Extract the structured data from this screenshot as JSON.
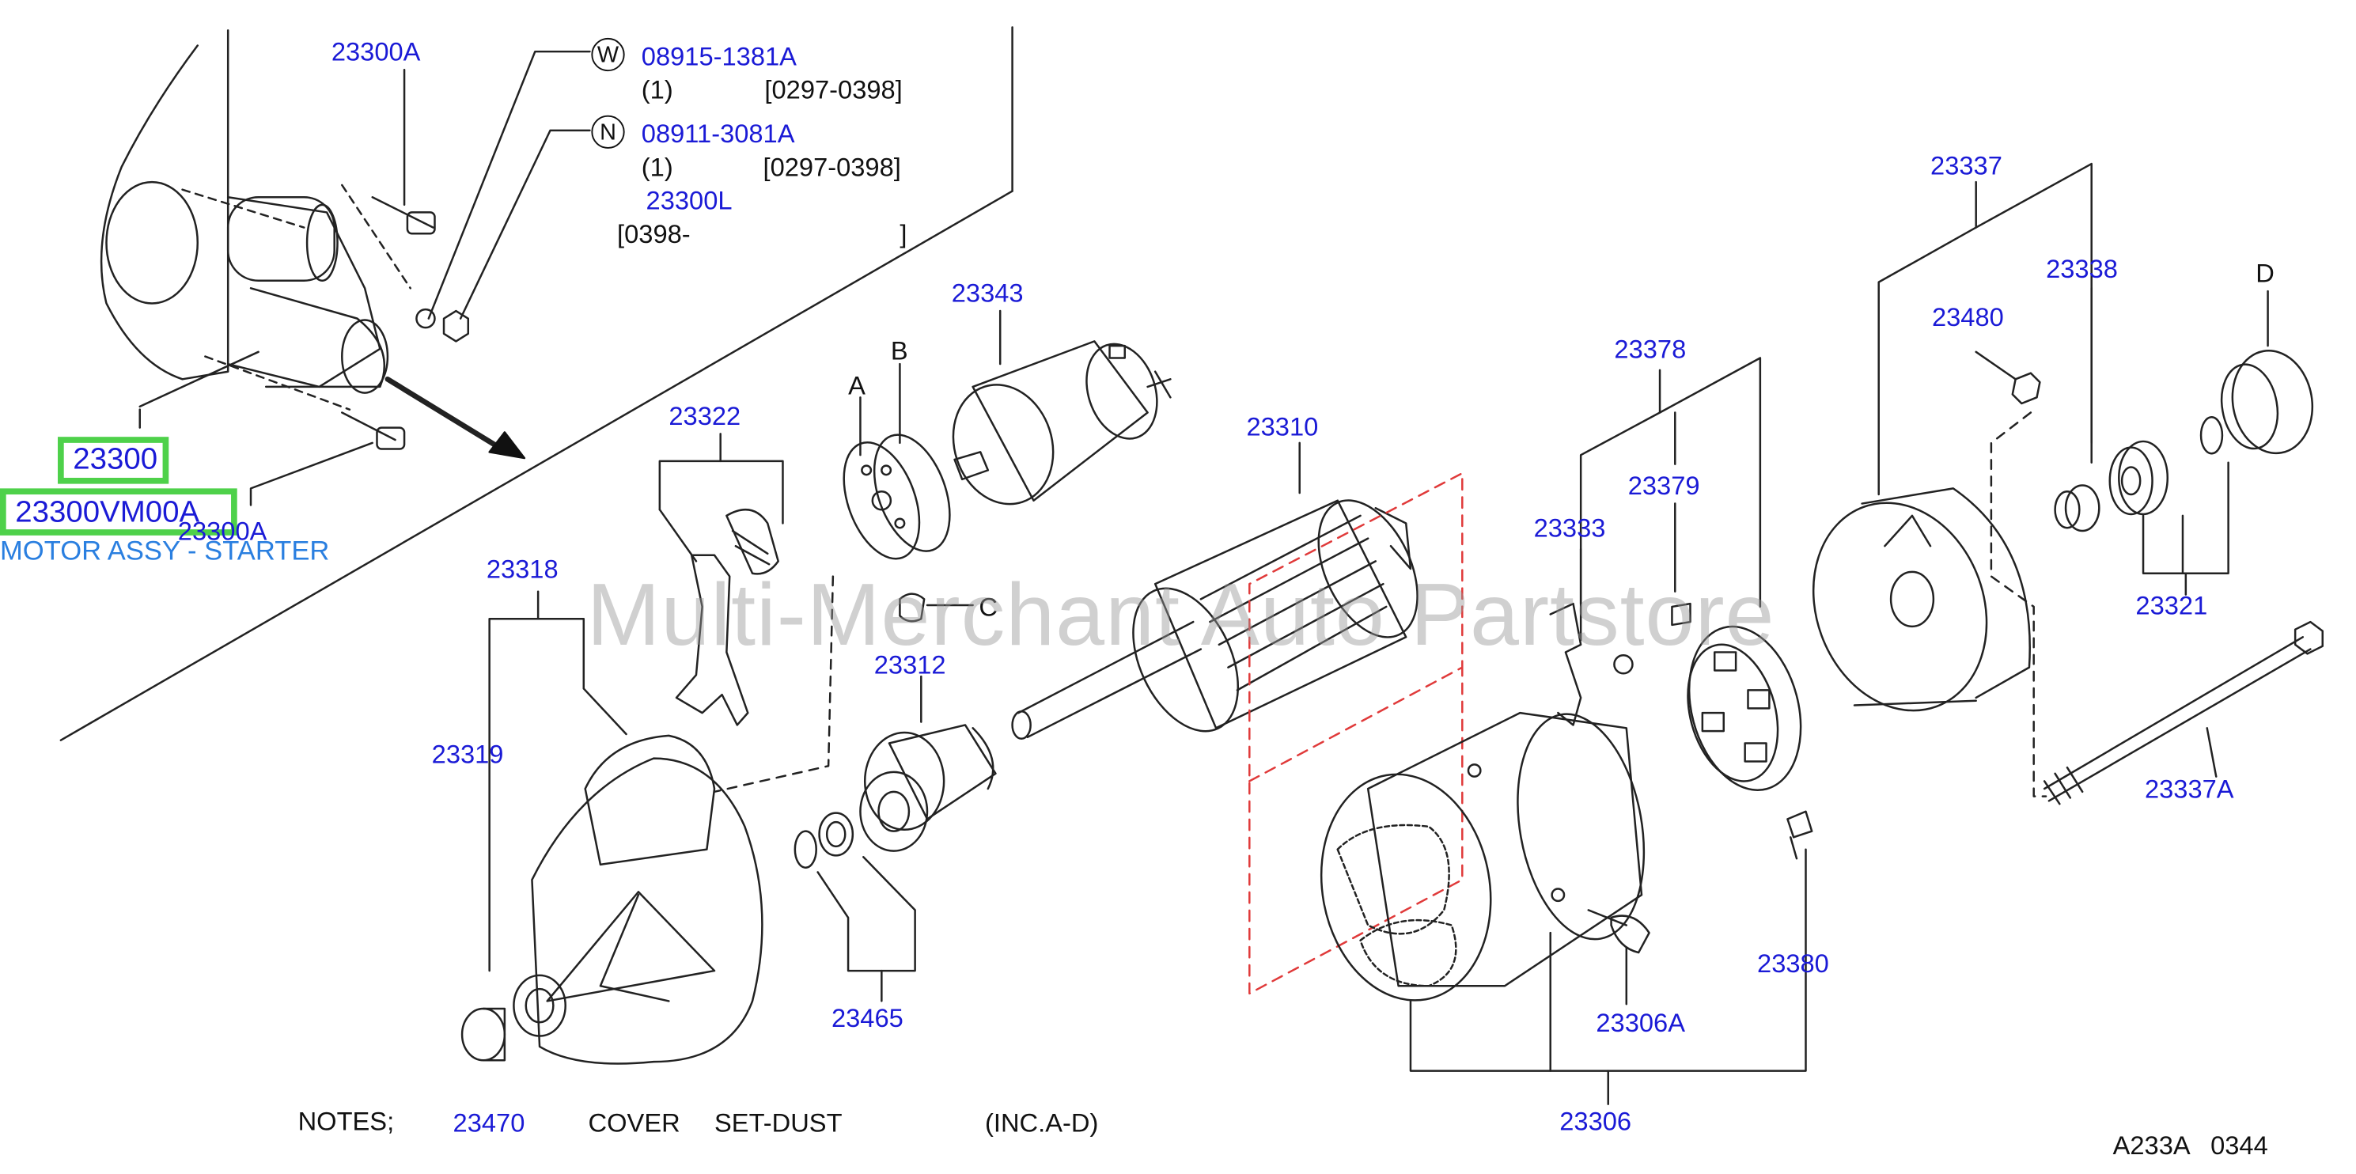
{
  "diagram": {
    "code": "A233A   0344",
    "watermark": "Multi-Merchant Auto Partstore",
    "highlight_color": "#4ed14a",
    "part_number_color": "#1a1ad6"
  },
  "selection": {
    "part_ref": "23300",
    "part_number": "23300VM00A",
    "description": "MOTOR ASSY - STARTER"
  },
  "callouts": {
    "c23300A_top": "23300A",
    "c23300A_bottom": "23300A",
    "washer_symbol": "W",
    "washer_part": "08915-1381A",
    "washer_qty": "(1)",
    "washer_dates": "[0297-0398]",
    "nut_symbol": "N",
    "nut_part": "08911-3081A",
    "nut_qty": "(1)",
    "nut_dates": "[0297-0398]",
    "c23300L": "23300L",
    "c23300L_dates": "[0398-",
    "c23300L_dates_end": "]",
    "c23343": "23343",
    "c23322": "23322",
    "c23318": "23318",
    "c23319": "23319",
    "c23312": "23312",
    "c23465": "23465",
    "c23310": "23310",
    "c23378": "23378",
    "c23379": "23379",
    "c23333": "23333",
    "c23337": "23337",
    "c23338": "23338",
    "c23480": "23480",
    "c23321": "23321",
    "c23337A": "23337A",
    "c23380": "23380",
    "c23306A": "23306A",
    "c23306": "23306",
    "letter_A": "A",
    "letter_B": "B",
    "letter_C": "C",
    "letter_D": "D"
  },
  "notes": {
    "label": "NOTES;",
    "part": "23470",
    "name1": "COVER",
    "name2": "SET-DUST",
    "inc": "(INC.A-D)"
  }
}
